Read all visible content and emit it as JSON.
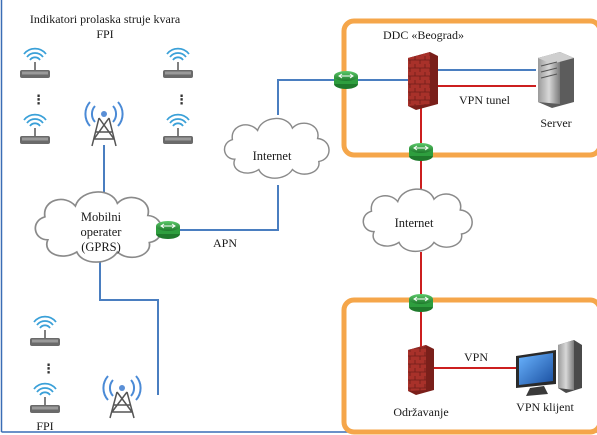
{
  "labels": {
    "top_heading_line1": "Indikatori prolaska struje kvara",
    "top_heading_line2": "FPI",
    "ddc_title": "DDC «Beograd»",
    "vpn_tunel": "VPN tunel",
    "server": "Server",
    "internet_top": "Internet",
    "internet_mid": "Internet",
    "mobile_line1": "Mobilni",
    "mobile_line2": "operater",
    "mobile_line3": "(GPRS)",
    "apn": "APN",
    "vpn": "VPN",
    "odrzavanje": "Održavanje",
    "vpn_klijent": "VPN klijent",
    "fpi_bottom": "FPI",
    "dots": "⋮"
  },
  "icons": {
    "router": "router-icon",
    "firewall": "firewall-icon",
    "server": "server-icon",
    "client": "workstation-icon",
    "tower": "radio-tower-icon",
    "fpi_device": "wireless-device-icon"
  },
  "colors": {
    "blue_link": "#4a7ec0",
    "red_link": "#cc1f1f",
    "orange_zone": "#f5a64a",
    "router_green": "#2e9e3e",
    "firewall_red": "#a8312a",
    "frame_blue": "#3a6db5"
  }
}
